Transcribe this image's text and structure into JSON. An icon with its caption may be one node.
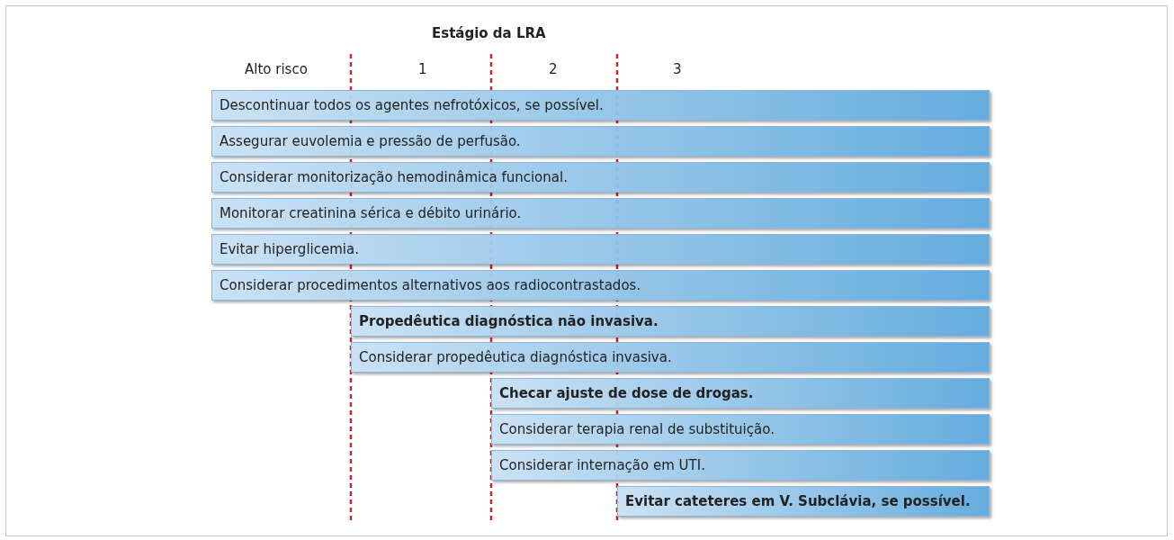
{
  "diagram": {
    "title": "Estágio da LRA",
    "nodes": [
      {
        "text": [
          "Descontinuar todos os agentes nefrotóxicos, se possível."
        ]
      },
      {
        "text": [
          "Assegurar euvolemia e pressão de perfusão."
        ]
      },
      {
        "text": [
          "Considerar monitorização hemodinâmica funcional."
        ]
      },
      {
        "text": [
          "Monitorar creatinina sérica e débito urinário."
        ]
      },
      {
        "text": [
          "Evitar hiperglicemia."
        ]
      },
      {
        "text": [
          "Considerar procedimentos alternativos aos radiocontrastados."
        ]
      },
      {
        "text": [
          "Propedêutica diagnóstica não invasiva."
        ]
      },
      {
        "text": [
          "Considerar propedêutica diagnóstica invasiva."
        ]
      },
      {
        "text": [
          "Checar ajuste de dose de drogas."
        ]
      },
      {
        "text": [
          "Considerar terapia renal de substituição."
        ]
      },
      {
        "text": [
          "Considerar internação em UTI."
        ]
      },
      {
        "text": [
          "Evitar cateteres em V. Subclávia, se possível."
        ]
      }
    ],
    "labels": [
      "Alto risco",
      "1",
      "2",
      "3"
    ]
  }
}
